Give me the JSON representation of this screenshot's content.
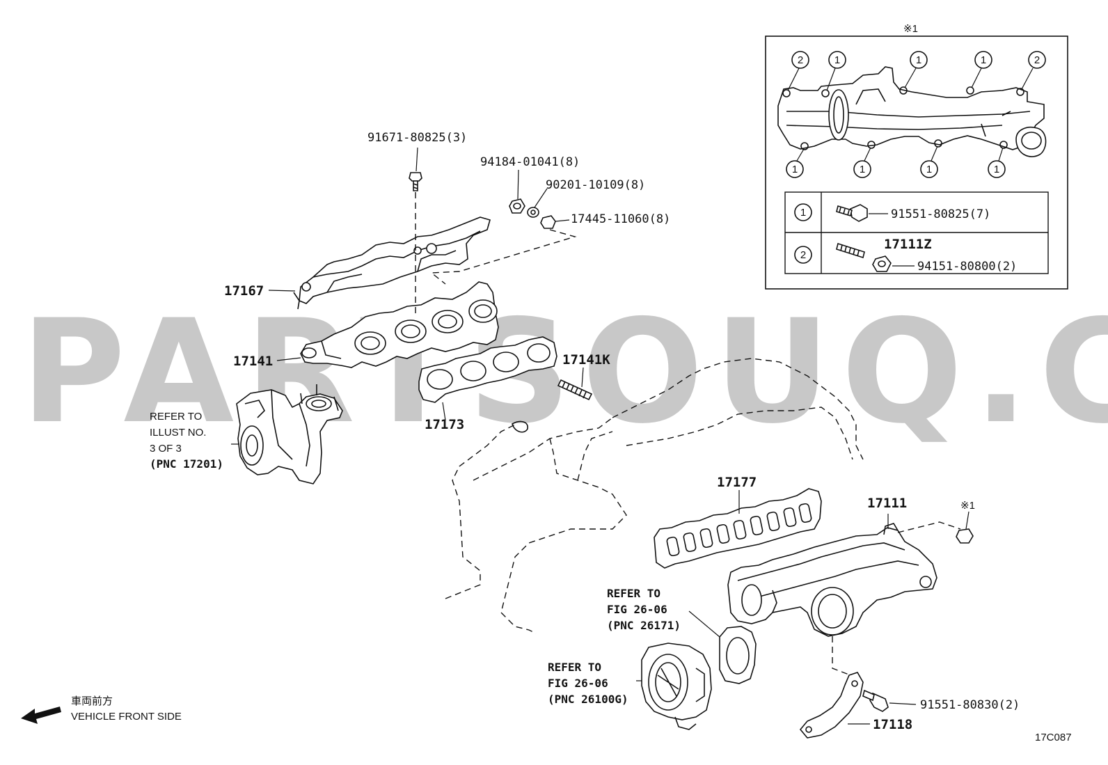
{
  "diagram_code": "17C087",
  "watermark": "PARTSOUQ.COM",
  "direction": {
    "label_jp": "車両前方",
    "label_en": "VEHICLE FRONT SIDE"
  },
  "parts": {
    "bolt_3": "91671-80825(3)",
    "nut_8": "94184-01041(8)",
    "washer_8": "90201-10109(8)",
    "nut_17445": "17445-11060(8)",
    "heat_insulator": "17167",
    "exhaust_manifold": "17141",
    "stud": "17141K",
    "exhaust_gasket": "17173",
    "intake_gasket": "17177",
    "intake_manifold": "17111",
    "stay": "17118",
    "bolt_2": "91551-80830(2)"
  },
  "refs": {
    "turbo": [
      "REFER TO",
      "ILLUST NO.",
      "3 OF 3",
      "(PNC 17201)"
    ],
    "gasket_26171": [
      "REFER TO",
      "FIG 26-06",
      "(PNC 26171)"
    ],
    "throttle_26100g": [
      "REFER TO",
      "FIG 26-06",
      "(PNC 26100G)"
    ]
  },
  "inset": {
    "mark": "※1",
    "callouts_top": [
      "2",
      "1",
      "1",
      "1",
      "2"
    ],
    "callouts_bottom": [
      "1",
      "1",
      "1",
      "1"
    ],
    "legend": [
      {
        "key": "1",
        "parts": [
          "91551-80825(7)"
        ]
      },
      {
        "key": "2",
        "parts": [
          "17111Z",
          "94151-80800(2)"
        ]
      }
    ]
  },
  "main_mark": "※1"
}
